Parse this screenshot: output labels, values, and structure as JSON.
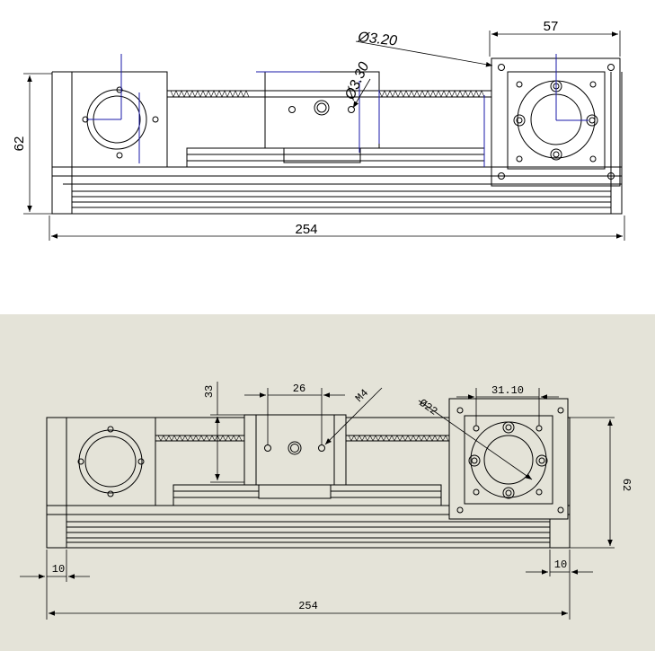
{
  "top_drawing": {
    "background": "#ffffff",
    "labels": {
      "height": "62",
      "length": "254",
      "plate_width": "57",
      "hole_a": "Ø3.20",
      "hole_b": "Ø3.30"
    }
  },
  "bottom_drawing": {
    "background": "#e4e3d8",
    "labels": {
      "carriage_height": "33",
      "hole_spacing": "26",
      "thread": "M4",
      "bore": "Ø22",
      "bolt_spacing": "31.10",
      "height": "62",
      "end_left": "10",
      "end_right": "10",
      "length": "254"
    }
  },
  "colors": {
    "line": "#000000",
    "axis": "#1a1aa8",
    "panel": "#e4e3d8"
  }
}
